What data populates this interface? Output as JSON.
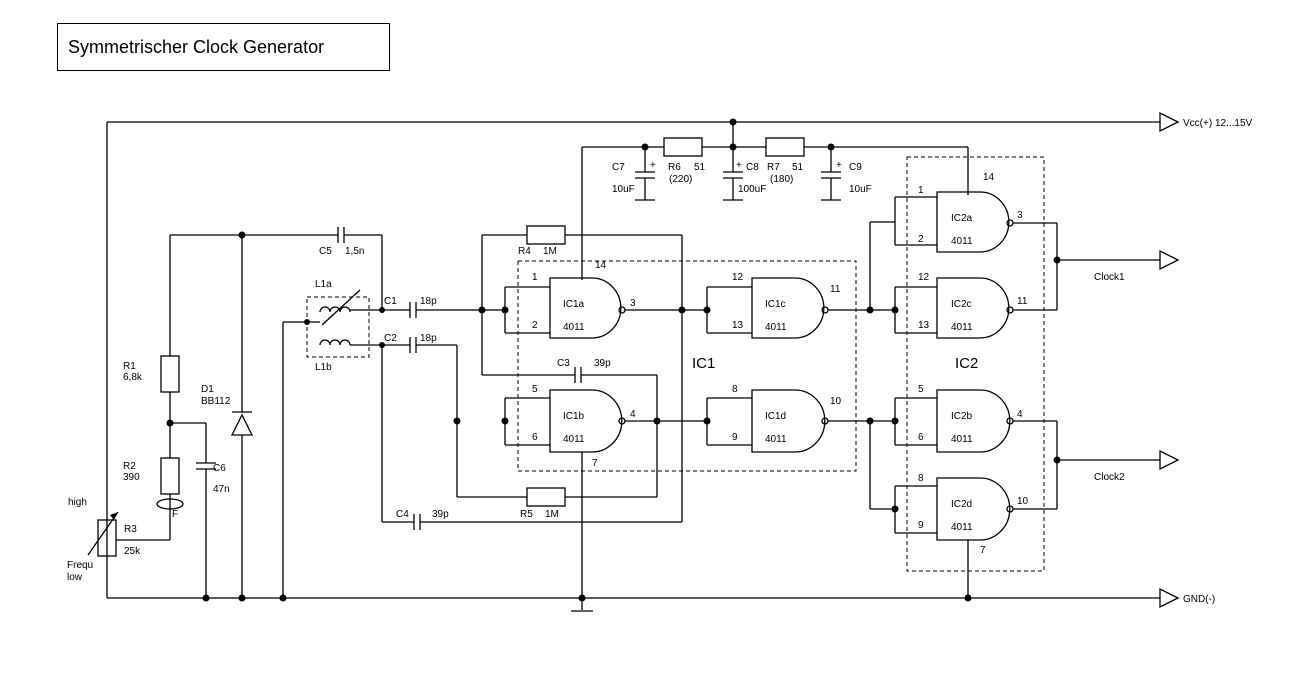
{
  "title": "Symmetrischer Clock Generator",
  "terminals": {
    "vcc": "Vcc(+) 12...15V",
    "gnd": "GND(-)",
    "clock1": "Clock1",
    "clock2": "Clock2"
  },
  "components": {
    "R1": {
      "name": "R1",
      "value": "6,8k"
    },
    "R2": {
      "name": "R2",
      "value": "390"
    },
    "R3": {
      "name": "R3",
      "value": "25k",
      "high": "high",
      "freq": "Frequ",
      "low": "low"
    },
    "D1": {
      "name": "D1",
      "value": "BB112"
    },
    "C6": {
      "name": "C6",
      "value": "47n"
    },
    "C5": {
      "name": "C5",
      "value": "1,5n"
    },
    "L1a": {
      "name": "L1a"
    },
    "L1b": {
      "name": "L1b"
    },
    "C1": {
      "name": "C1",
      "value": "18p"
    },
    "C2": {
      "name": "C2",
      "value": "18p"
    },
    "C3": {
      "name": "C3",
      "value": "39p"
    },
    "C4": {
      "name": "C4",
      "value": "39p"
    },
    "R4": {
      "name": "R4",
      "value": "1M"
    },
    "R5": {
      "name": "R5",
      "value": "1M"
    },
    "C7": {
      "name": "C7",
      "value": "10uF"
    },
    "R6": {
      "name": "R6",
      "value": "51",
      "alt": "(220)"
    },
    "C8": {
      "name": "C8",
      "value": "100uF"
    },
    "R7": {
      "name": "R7",
      "value": "51",
      "alt": "(180)"
    },
    "C9": {
      "name": "C9",
      "value": "10uF"
    },
    "IC1": {
      "name": "IC1"
    },
    "IC2": {
      "name": "IC2"
    }
  },
  "gates": {
    "IC1a": {
      "label": "IC1a",
      "part": "4011",
      "in1": "1",
      "in2": "2",
      "out": "3",
      "vcc": "14"
    },
    "IC1b": {
      "label": "IC1b",
      "part": "4011",
      "in1": "5",
      "in2": "6",
      "out": "4",
      "gnd": "7"
    },
    "IC1c": {
      "label": "IC1c",
      "part": "4011",
      "in1": "12",
      "in2": "13",
      "out": "11"
    },
    "IC1d": {
      "label": "IC1d",
      "part": "4011",
      "in1": "8",
      "in2": "9",
      "out": "10"
    },
    "IC2a": {
      "label": "IC2a",
      "part": "4011",
      "in1": "1",
      "in2": "2",
      "out": "3",
      "vcc": "14"
    },
    "IC2c": {
      "label": "IC2c",
      "part": "4011",
      "in1": "12",
      "in2": "13",
      "out": "11"
    },
    "IC2b": {
      "label": "IC2b",
      "part": "4011",
      "in1": "5",
      "in2": "6",
      "out": "4"
    },
    "IC2d": {
      "label": "IC2d",
      "part": "4011",
      "in1": "8",
      "in2": "9",
      "out": "10",
      "gnd": "7"
    }
  }
}
